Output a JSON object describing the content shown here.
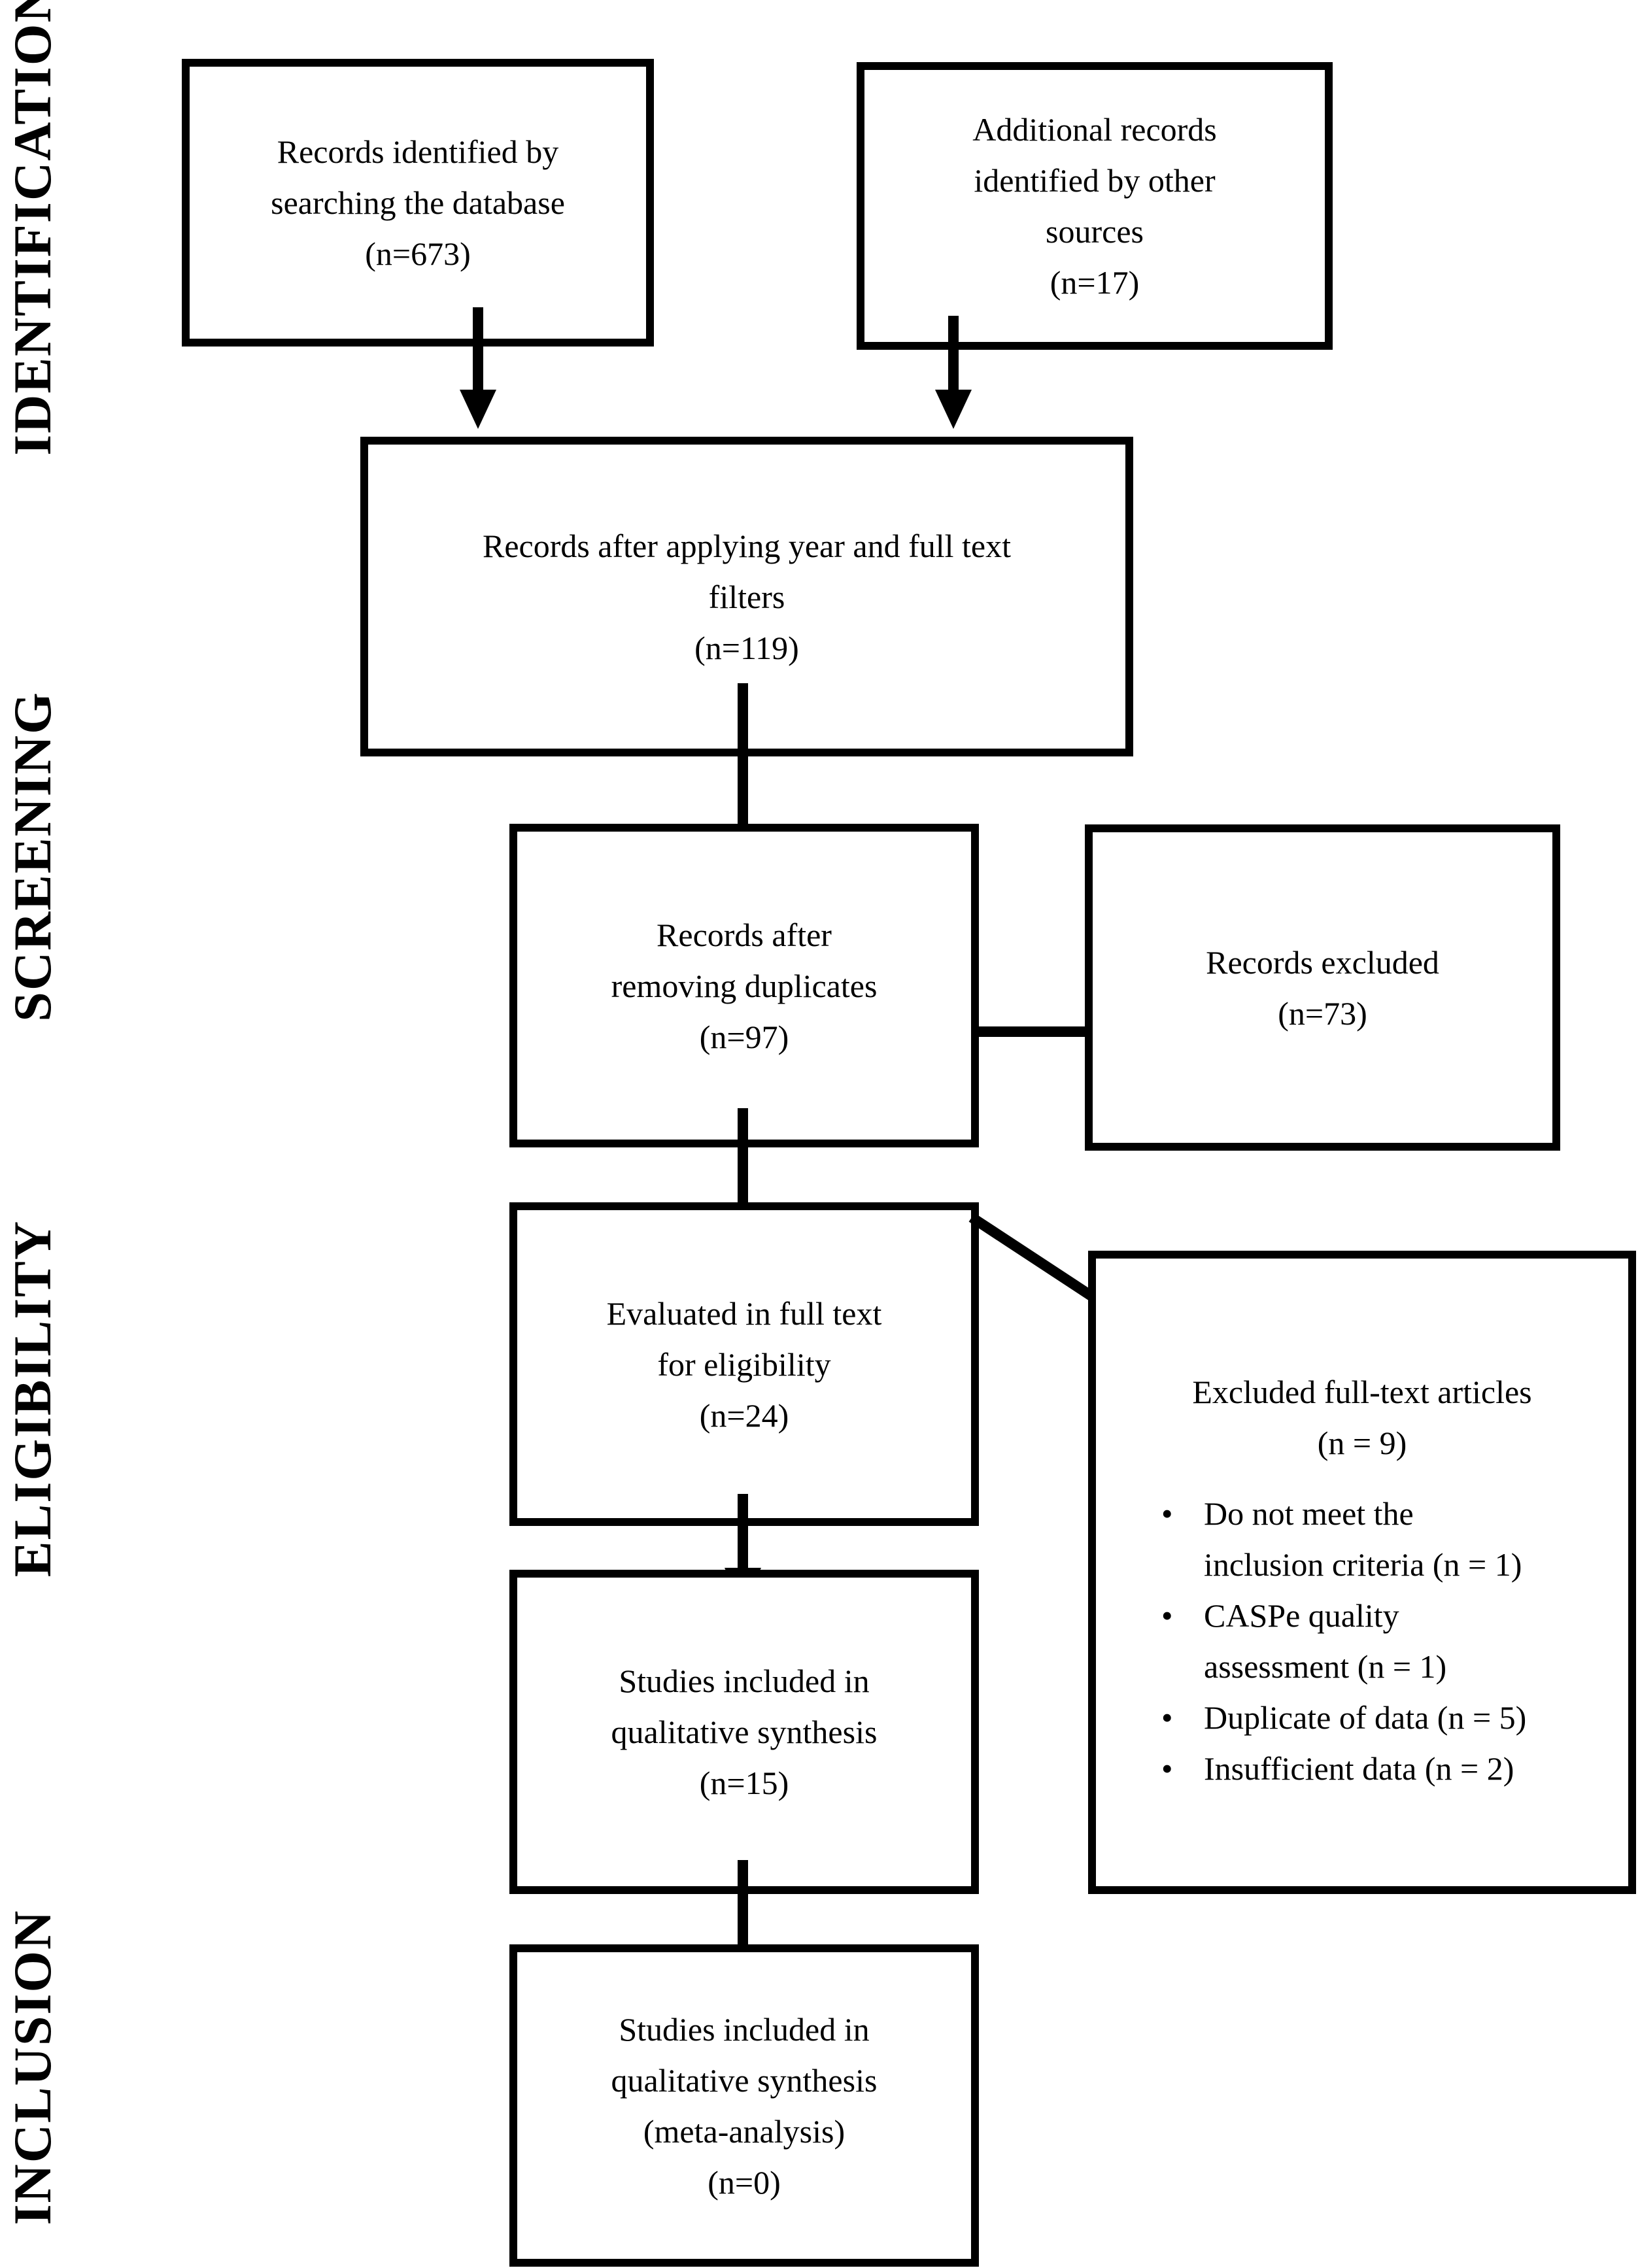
{
  "stage_labels": {
    "identification": "IDENTIFICATION",
    "screening": "SCREENING",
    "eligibility": "ELIGIBILITY",
    "inclusion": "INCLUSION"
  },
  "boxes": {
    "records_identified": {
      "text": "Records identified by\nsearching the database\n(n=673)"
    },
    "additional_records": {
      "text": "Additional records\nidentified by other\nsources\n(n=17)"
    },
    "records_filtered": {
      "text": "Records after applying year and full text\nfilters\n(n=119)"
    },
    "records_deduplicated": {
      "text": "Records after\nremoving duplicates\n(n=97)"
    },
    "records_excluded": {
      "text": "Records excluded\n(n=73)"
    },
    "full_text_evaluated": {
      "text": "Evaluated in full text\nfor eligibility\n(n=24)"
    },
    "full_text_excluded": {
      "title": "Excluded full-text articles",
      "count": "(n = 9)",
      "reasons": [
        "Do not meet the\ninclusion criteria (n = 1)",
        "CASPe quality\nassessment (n = 1)",
        "Duplicate of data (n = 5)",
        "Insufficient data (n = 2)"
      ]
    },
    "qualitative_synthesis": {
      "text": "Studies included in\nqualitative synthesis\n(n=15)"
    },
    "meta_analysis": {
      "text": "Studies included in\nqualitative synthesis\n(meta-analysis)\n(n=0)"
    }
  }
}
